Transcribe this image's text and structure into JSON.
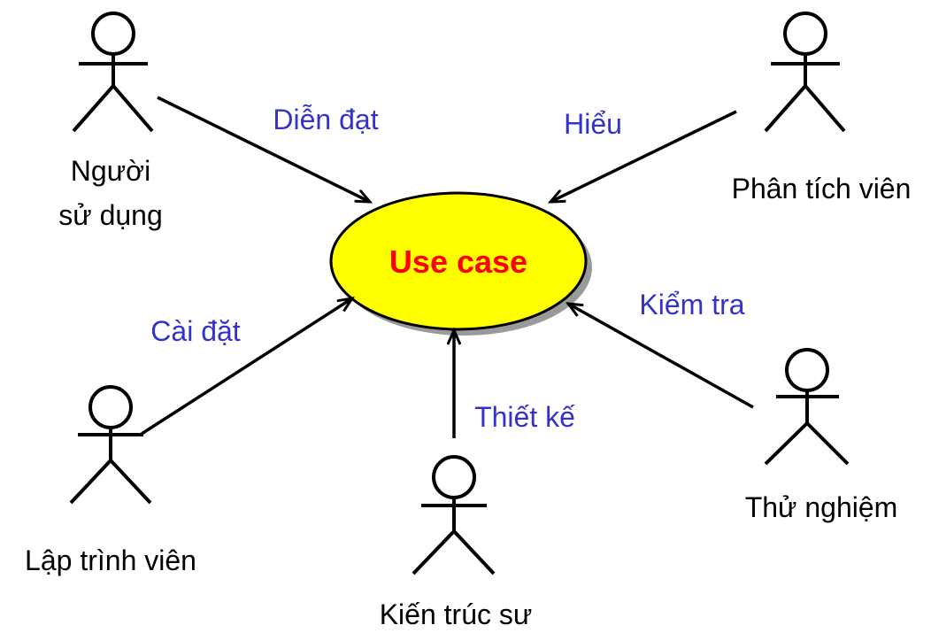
{
  "use_case": {
    "label": "Use case",
    "label_color": "#ff0000",
    "fill_color": "#ffff00",
    "shadow_color": "#9a9a9a"
  },
  "actors": {
    "user": {
      "line1": "Người",
      "line2": "sử dụng"
    },
    "analyst": {
      "label": "Phân tích viên"
    },
    "programmer": {
      "label": "Lập trình viên"
    },
    "architect": {
      "label": "Kiến trúc sư"
    },
    "tester": {
      "label": "Thử nghiệm"
    }
  },
  "relations": {
    "user": "Diễn đạt",
    "analyst": "Hiểu",
    "programmer": "Cài đặt",
    "architect": "Thiết kế",
    "tester": "Kiểm tra"
  },
  "colors": {
    "edge_label": "#3333cc",
    "line": "#000000"
  }
}
